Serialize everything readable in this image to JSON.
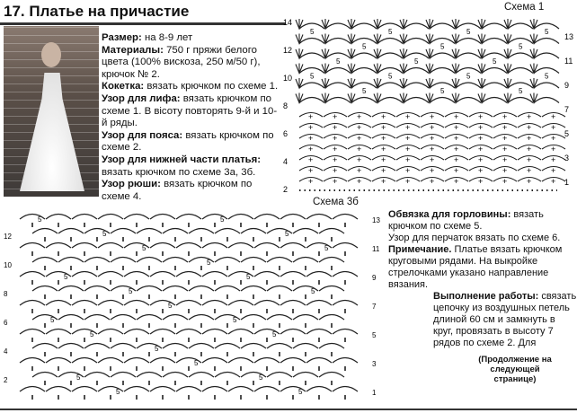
{
  "title": "17. Платье на причастие",
  "specs": [
    {
      "label": "Размер:",
      "text": " на 8-9 лет"
    },
    {
      "label": "Материалы:",
      "text": " 750 г пряжи белого цвета (100% вискоза, 250 м/50 г), крючок № 2."
    },
    {
      "label": "Кокетка:",
      "text": " вязать крючком по схеме 1."
    },
    {
      "label": "Узор для лифа:",
      "text": " вязать крючком по схеме 1. В вісоту повторять 9-й и 10-й ряды."
    },
    {
      "label": "Узор для пояса:",
      "text": " вязать крючком по схеме 2."
    },
    {
      "label": "Узор для нижней части платья:",
      "text": " вязать крючком по схеме 3а, 3б."
    },
    {
      "label": "Узор  рюши:",
      "text": " вязать крючком по схеме 4."
    }
  ],
  "schema1": {
    "label": "Схема 1",
    "rows_left": [
      "14",
      "12",
      "10",
      "8",
      "6",
      "4",
      "2"
    ],
    "rows_right": [
      "13",
      "11",
      "9",
      "7",
      "5",
      "3",
      "1"
    ],
    "stitch_count": "5",
    "small_count": "2"
  },
  "schema3b": {
    "label": "Схема 3б",
    "rows_left": [
      "12",
      "10",
      "8",
      "6",
      "4",
      "2"
    ],
    "rows_right": [
      "13",
      "11",
      "9",
      "7",
      "5",
      "3",
      "1"
    ],
    "stitch_count": "5"
  },
  "right_text": [
    {
      "label": "Обвязка для горловины:",
      "text": " вязать крючком по схеме 5."
    },
    {
      "label": "",
      "text": "Узор для перчаток вязать по схеме 6."
    },
    {
      "label": "Примечание.",
      "text": " Платье вязать крючком круговыми рядами. На выкройке стрелочками указано направление вязания."
    },
    {
      "label": "Выполнение работы:",
      "text": " связать цепочку из воздушных петель длиной 60 см и замкнуть в круг, провязать в высоту 7 рядов по схеме 2. Для"
    }
  ],
  "continued": "(Продолжение на следующей странице)"
}
